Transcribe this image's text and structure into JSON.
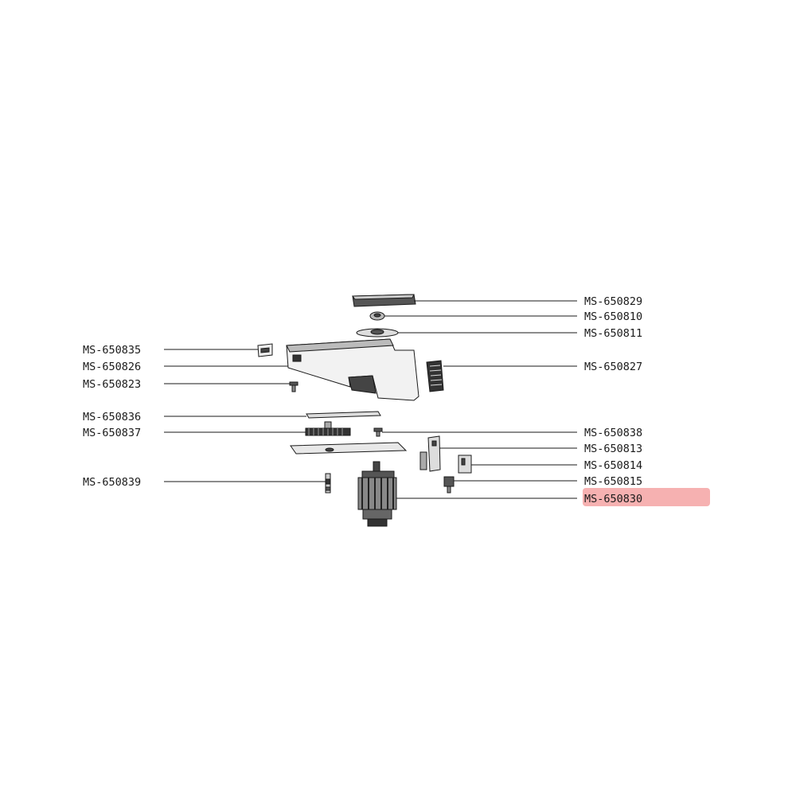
{
  "parts_right": [
    {
      "code": "MS-650829",
      "highlighted": false
    },
    {
      "code": "MS-650810",
      "highlighted": false
    },
    {
      "code": "MS-650811",
      "highlighted": false
    },
    {
      "code": "MS-650827",
      "highlighted": false
    },
    {
      "code": "MS-650838",
      "highlighted": false
    },
    {
      "code": "MS-650813",
      "highlighted": false
    },
    {
      "code": "MS-650814",
      "highlighted": false
    },
    {
      "code": "MS-650815",
      "highlighted": false
    },
    {
      "code": "MS-650830",
      "highlighted": true
    }
  ],
  "parts_left": [
    {
      "code": "MS-650835"
    },
    {
      "code": "MS-650826"
    },
    {
      "code": "MS-650823"
    },
    {
      "code": "MS-650836"
    },
    {
      "code": "MS-650837"
    },
    {
      "code": "MS-650839"
    }
  ],
  "colors": {
    "line": "#1a1a1a",
    "highlight_fill": "#f4a3a3",
    "highlight_text": "#a01010"
  }
}
